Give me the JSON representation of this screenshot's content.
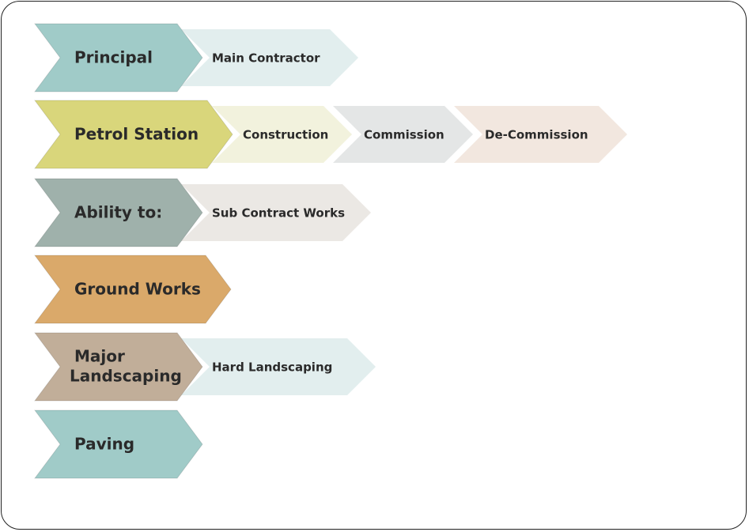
{
  "rows": [
    {
      "label": [
        "Principal"
      ],
      "color": "#a0cbc8",
      "children": [
        {
          "label": "Main Contractor",
          "color": "#e2eeee"
        }
      ]
    },
    {
      "label": [
        "Petrol Station"
      ],
      "color": "#d9d67b",
      "children": [
        {
          "label": "Construction",
          "color": "#f2f2dd"
        },
        {
          "label": "Commission",
          "color": "#e4e6e6"
        },
        {
          "label": "De-Commission",
          "color": "#f2e7df"
        }
      ]
    },
    {
      "label": [
        "Ability to:"
      ],
      "color": "#9fb1ab",
      "children": [
        {
          "label": "Sub Contract Works",
          "color": "#ebe8e4"
        }
      ]
    },
    {
      "label": [
        "Ground Works"
      ],
      "color": "#daa96a",
      "children": []
    },
    {
      "label": [
        "Major",
        "Landscaping"
      ],
      "color": "#c1ae99",
      "children": [
        {
          "label": "Hard Landscaping",
          "color": "#e2eeee"
        }
      ]
    },
    {
      "label": [
        "Paving"
      ],
      "color": "#a0cbc8",
      "children": []
    }
  ]
}
